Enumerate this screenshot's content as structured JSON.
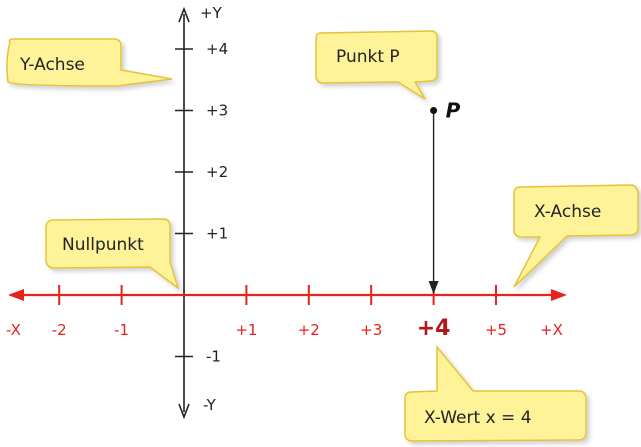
{
  "y_axis": {
    "top_label": "+Y",
    "bottom_label": "-Y",
    "ticks": [
      {
        "value": 4,
        "label": "+4"
      },
      {
        "value": 3,
        "label": "+3"
      },
      {
        "value": 2,
        "label": "+2"
      },
      {
        "value": 1,
        "label": "+1"
      },
      {
        "value": -1,
        "label": "-1"
      }
    ]
  },
  "x_axis": {
    "left_label": "-X",
    "right_label": "+X",
    "ticks": [
      {
        "value": -2,
        "label": "-2"
      },
      {
        "value": -1,
        "label": "-1"
      },
      {
        "value": 1,
        "label": "+1"
      },
      {
        "value": 2,
        "label": "+2"
      },
      {
        "value": 3,
        "label": "+3"
      },
      {
        "value": 4,
        "label": "+4",
        "highlight": true
      },
      {
        "value": 5,
        "label": "+5"
      }
    ]
  },
  "point": {
    "label": "P",
    "x": 4,
    "y": 3
  },
  "callouts": {
    "y_axis": "Y-Achse",
    "x_axis": "X-Achse",
    "origin": "Nullpunkt",
    "point": "Punkt P",
    "x_value": "X-Wert x = 4"
  },
  "colors": {
    "axis_x": "#e8201e",
    "axis_y": "#222222",
    "bubble_fill": "#fff39a",
    "bubble_stroke": "#e5c23a",
    "highlight_label": "#b0181a"
  }
}
